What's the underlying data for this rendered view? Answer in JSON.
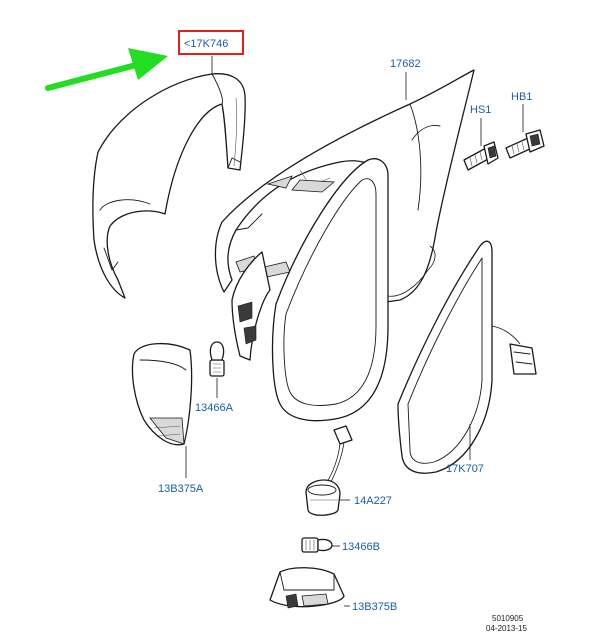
{
  "labels": {
    "cover": "<17K746",
    "housing": "17682",
    "screw_hs1": "HS1",
    "bolt_hb1": "HB1",
    "bulb_upper": "13466A",
    "lamp_upper": "13B375A",
    "glass": "17K707",
    "harness": "14A227",
    "bulb_lower": "13466B",
    "lamp_lower": "13B375B"
  },
  "footer": {
    "code": "5010905",
    "date": "04-2013-15"
  },
  "colors": {
    "label_blue": "#1a5fa8",
    "highlight_box_red": "#e0201b",
    "arrow_green": "#22dd22",
    "line_black": "#1a1a1a"
  }
}
